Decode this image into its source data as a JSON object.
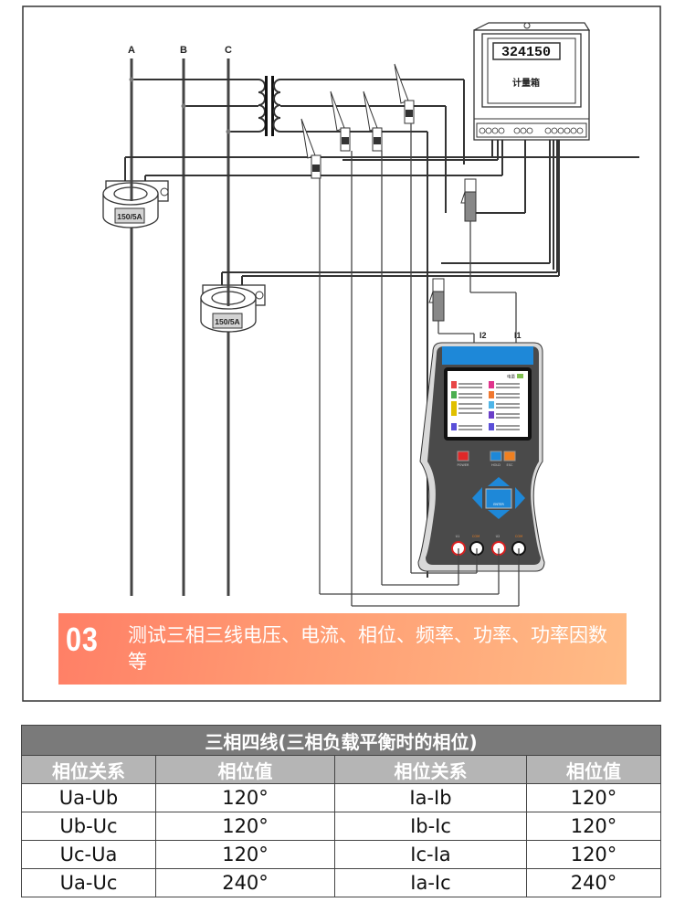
{
  "diagram": {
    "phase_labels": [
      "A",
      "B",
      "C"
    ],
    "meter_box": {
      "reading": "324150",
      "label": "计量箱"
    },
    "ct_transformers": [
      {
        "rating": "150/5A"
      },
      {
        "rating": "150/5A"
      }
    ],
    "clamp_labels": [
      "I2",
      "I1"
    ],
    "instrument": {
      "buttons": [
        "POWER",
        "HOLD",
        "ESC"
      ],
      "enter_label": "ENTER",
      "jack_labels": [
        "U1",
        "COM",
        "U2",
        "COM"
      ],
      "screen_header": "电量"
    }
  },
  "banner": {
    "number": "03",
    "text": "测试三相三线电压、电流、相位、频率、功率、功率因数等"
  },
  "table": {
    "title": "三相四线(三相负载平衡时的相位)",
    "headers": [
      "相位关系",
      "相位值",
      "相位关系",
      "相位值"
    ],
    "rows": [
      [
        "Ua-Ub",
        "120°",
        "Ia-Ib",
        "120°"
      ],
      [
        "Ub-Uc",
        "120°",
        "Ib-Ic",
        "120°"
      ],
      [
        "Uc-Ua",
        "120°",
        "Ic-Ia",
        "120°"
      ],
      [
        "Ua-Uc",
        "240°",
        "Ia-Ic",
        "240°"
      ]
    ]
  },
  "colors": {
    "banner_start": "#ff7f66",
    "banner_end": "#ffbc86",
    "table_title_bg": "#7a7a7a",
    "table_header_bg": "#b5b5b5",
    "instrument_blue": "#1e88d8",
    "instrument_body": "#4a4a4a"
  }
}
